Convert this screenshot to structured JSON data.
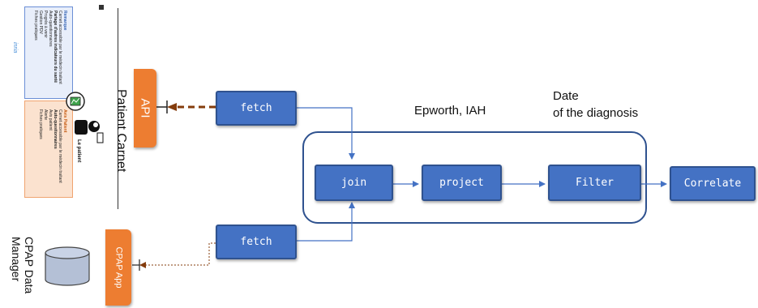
{
  "nodes": {
    "fetch_top": "fetch",
    "fetch_bottom": "fetch",
    "join": "join",
    "project": "project",
    "filter": "Filter",
    "correlate": "Correlate"
  },
  "tabs": {
    "api": "API",
    "cpap_app": "CPAP App"
  },
  "labels": {
    "epworth": "Epworth, IAH",
    "date_line1": "Date",
    "date_line2": "of the diagnosis",
    "patient_carnet": "Patient Carnet",
    "cpap_manager_line1": "CPAP Data",
    "cpap_manager_line2": "Manager"
  },
  "screenshot": {
    "blue_panel_title": "Remarque",
    "blue_panel_lines": [
      "Carnet accessible par le médecin traitant",
      "Partage d'autres indicateurs du santé",
      "Auto-questionnaires",
      "Progrès à venir",
      "Gestion PDV",
      "Fiches pratiques"
    ],
    "orange_panel_title": "Avis Patient",
    "orange_panel_lines": [
      "Carnet accessible par le médecin traitant",
      "Auto-questionnaires",
      "Avis patient",
      "Alerte",
      "Fiches pratiques"
    ],
    "patient_label": "Le patient",
    "logo_text": "inria"
  },
  "colors": {
    "node_fill": "#4472c4",
    "node_border": "#2f528f",
    "orange": "#ed7d31",
    "arrow_dark": "#843c0c",
    "container_border": "#2f528f"
  }
}
